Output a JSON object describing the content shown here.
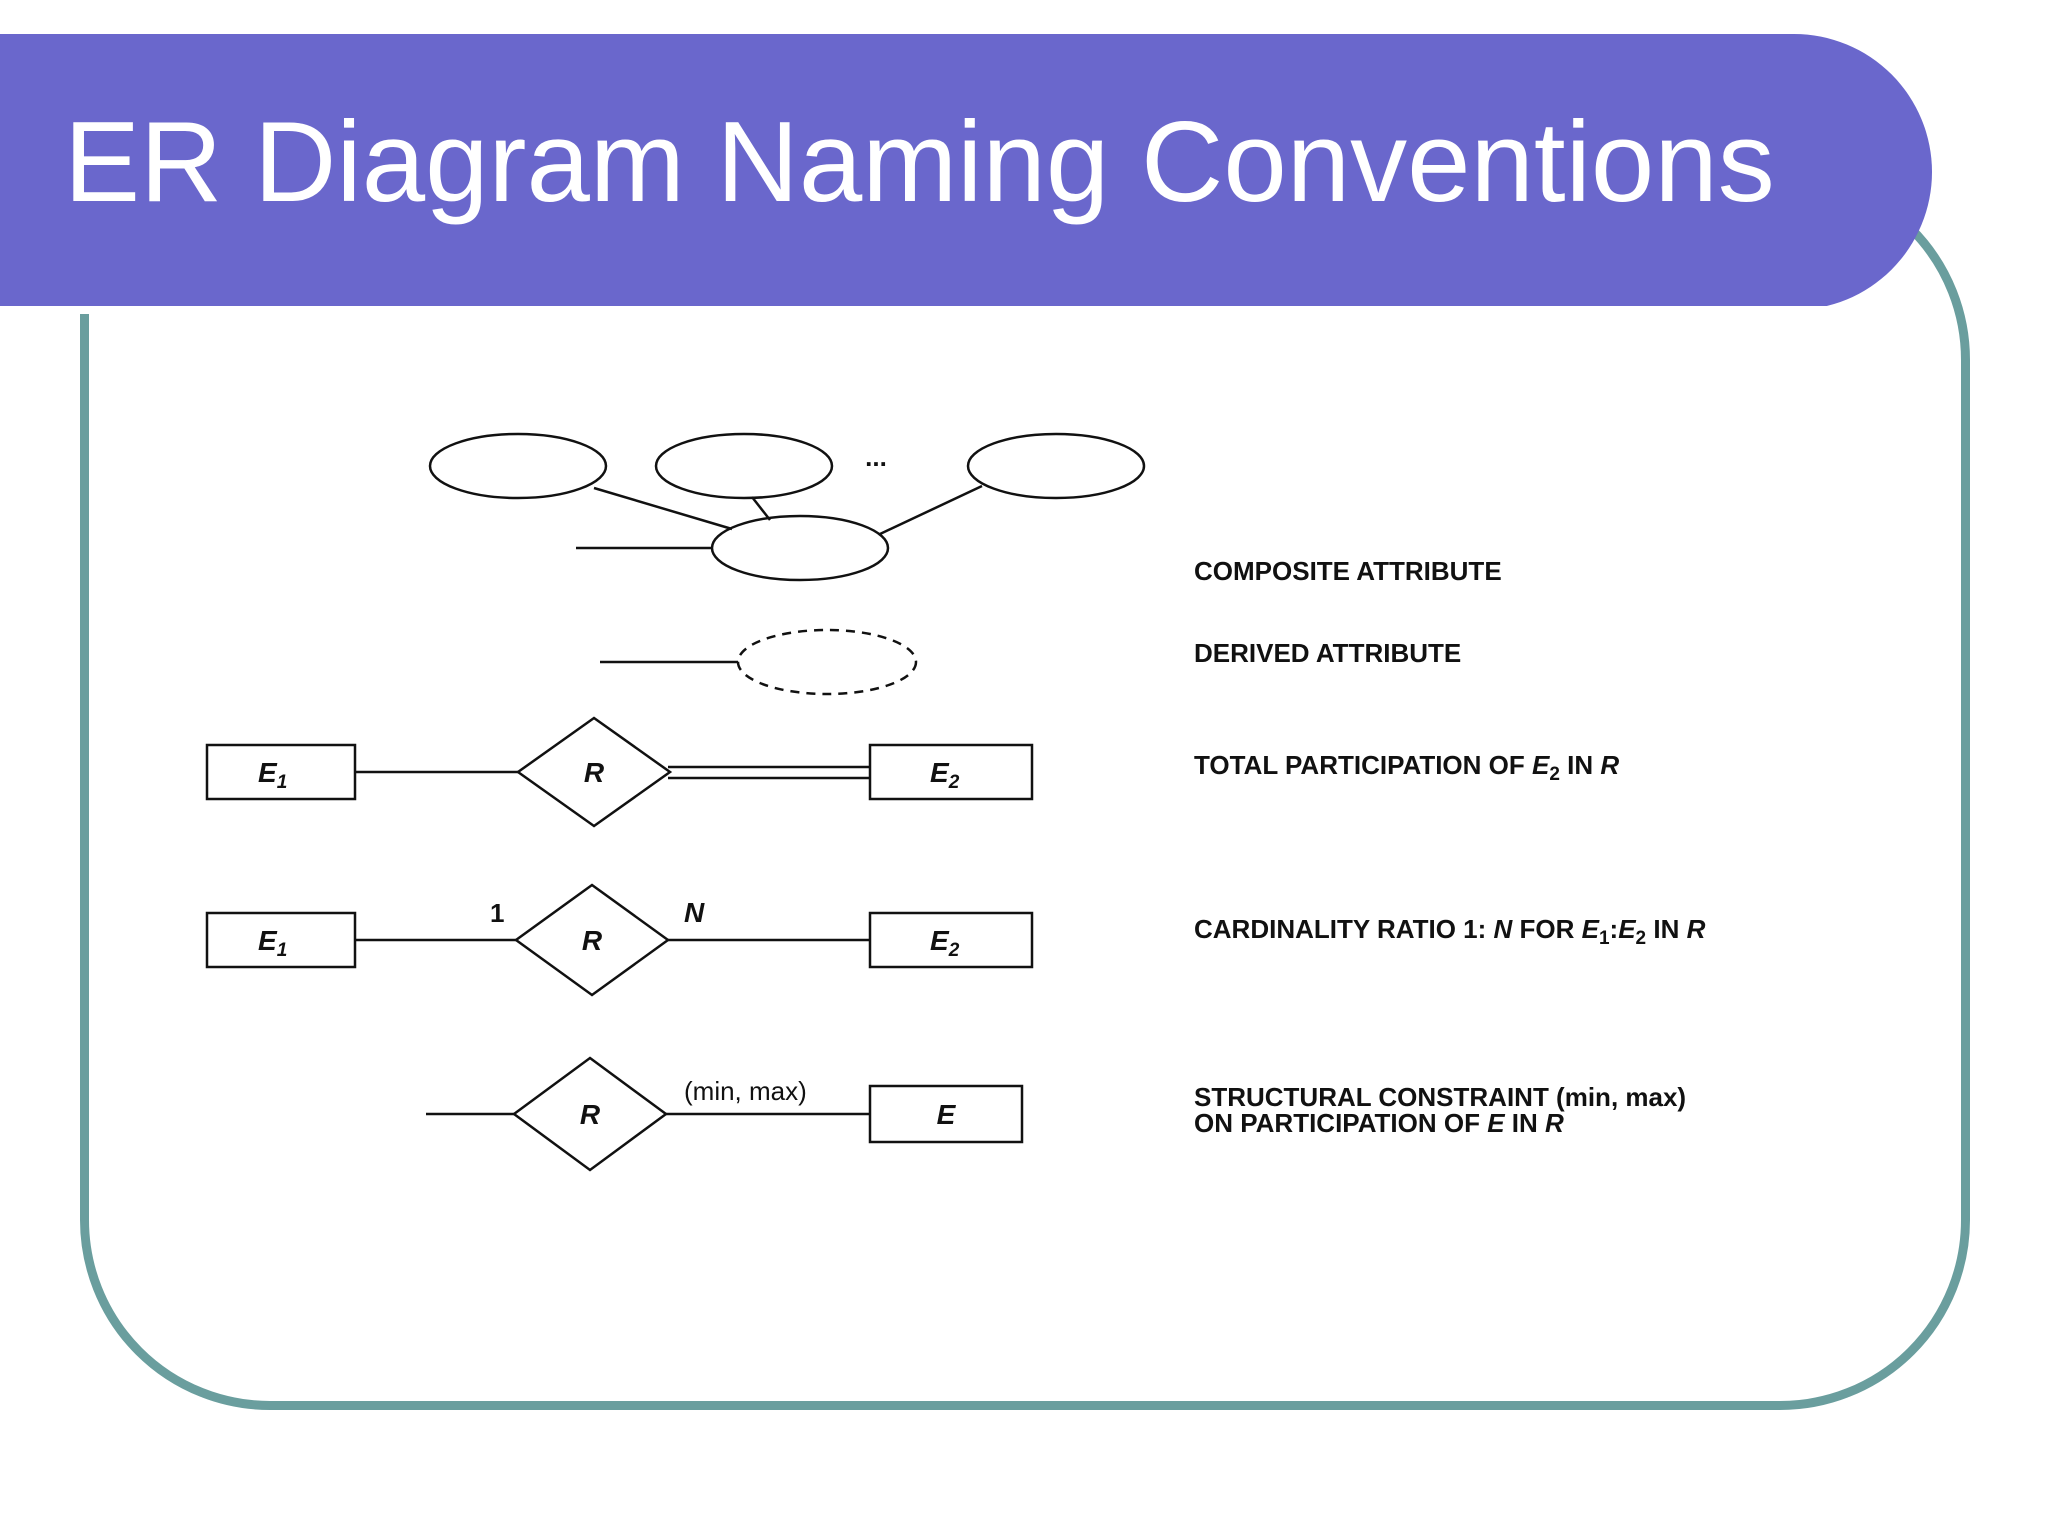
{
  "title": "ER Diagram Naming Conventions",
  "diagram": {
    "composite_attribute": {
      "ellipsis": "...",
      "description": "COMPOSITE ATTRIBUTE"
    },
    "derived_attribute": {
      "description": "DERIVED ATTRIBUTE"
    },
    "total_participation": {
      "entity_left": {
        "letter": "E",
        "sub": "1"
      },
      "relationship": "R",
      "entity_right": {
        "letter": "E",
        "sub": "2"
      },
      "description": {
        "prefix": "TOTAL PARTICIPATION OF ",
        "entity": "E",
        "entity_sub": "2",
        "middle": " IN ",
        "relationship": "R"
      }
    },
    "cardinality": {
      "entity_left": {
        "letter": "E",
        "sub": "1"
      },
      "left_cardinality": "1",
      "relationship": "R",
      "right_cardinality": "N",
      "entity_right": {
        "letter": "E",
        "sub": "2"
      },
      "description": {
        "prefix": "CARDINALITY RATIO 1: ",
        "ratio": "N",
        "for_text": " FOR ",
        "e1": "E",
        "e1_sub": "1",
        "colon": ":",
        "e2": "E",
        "e2_sub": "2",
        "in_text": " IN ",
        "relationship": "R"
      }
    },
    "structural_constraint": {
      "relationship": "R",
      "constraint_label": "(min, max)",
      "entity": "E",
      "description": {
        "line1": "STRUCTURAL CONSTRAINT (min, max)",
        "line2_prefix": "ON PARTICIPATION OF ",
        "entity": "E",
        "in_text": " IN ",
        "relationship": "R"
      }
    }
  }
}
